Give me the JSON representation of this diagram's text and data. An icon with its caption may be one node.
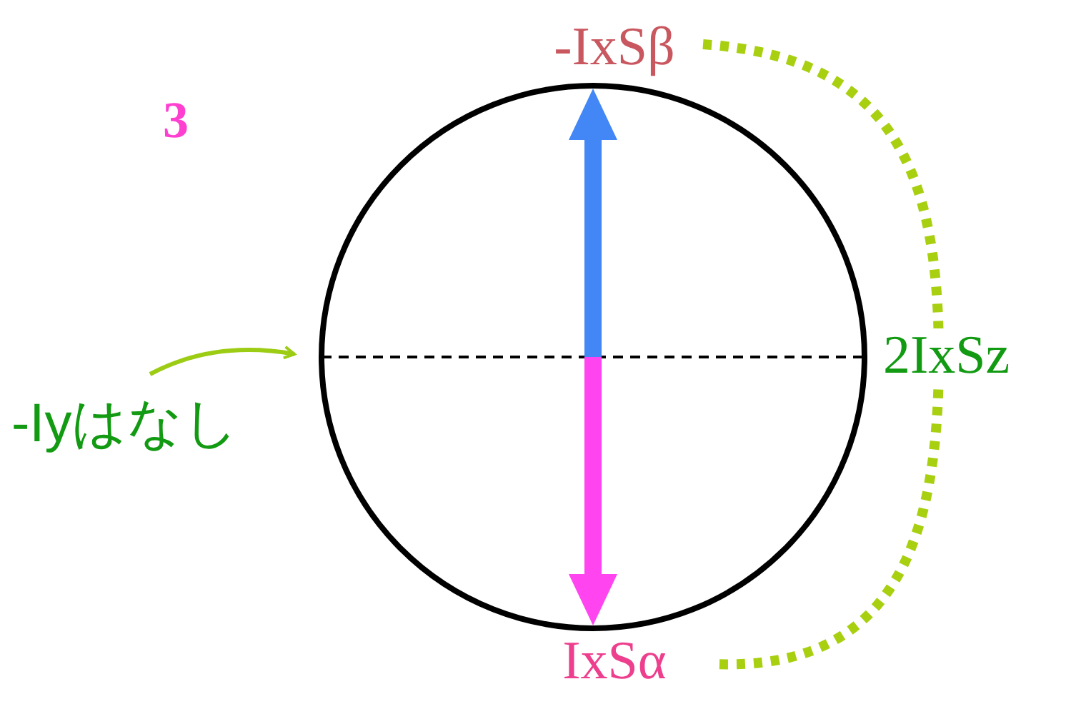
{
  "diagram": {
    "nodes": [
      {
        "text": [],
        "shape": "circle"
      },
      {
        "text": [
          "-IxSβ"
        ]
      },
      {
        "text": [
          "IxSα"
        ]
      },
      {
        "text": [
          "-Iyはなし"
        ]
      }
    ],
    "edges": [
      {
        "from": 1,
        "to": 2,
        "arrow": "none",
        "style": "dashed",
        "color": "#a8d010",
        "label": "2IxSz"
      },
      {
        "from": 3,
        "to": 0,
        "arrow": "to",
        "color": "#9ccc14"
      }
    ],
    "labels": [
      "3"
    ]
  }
}
